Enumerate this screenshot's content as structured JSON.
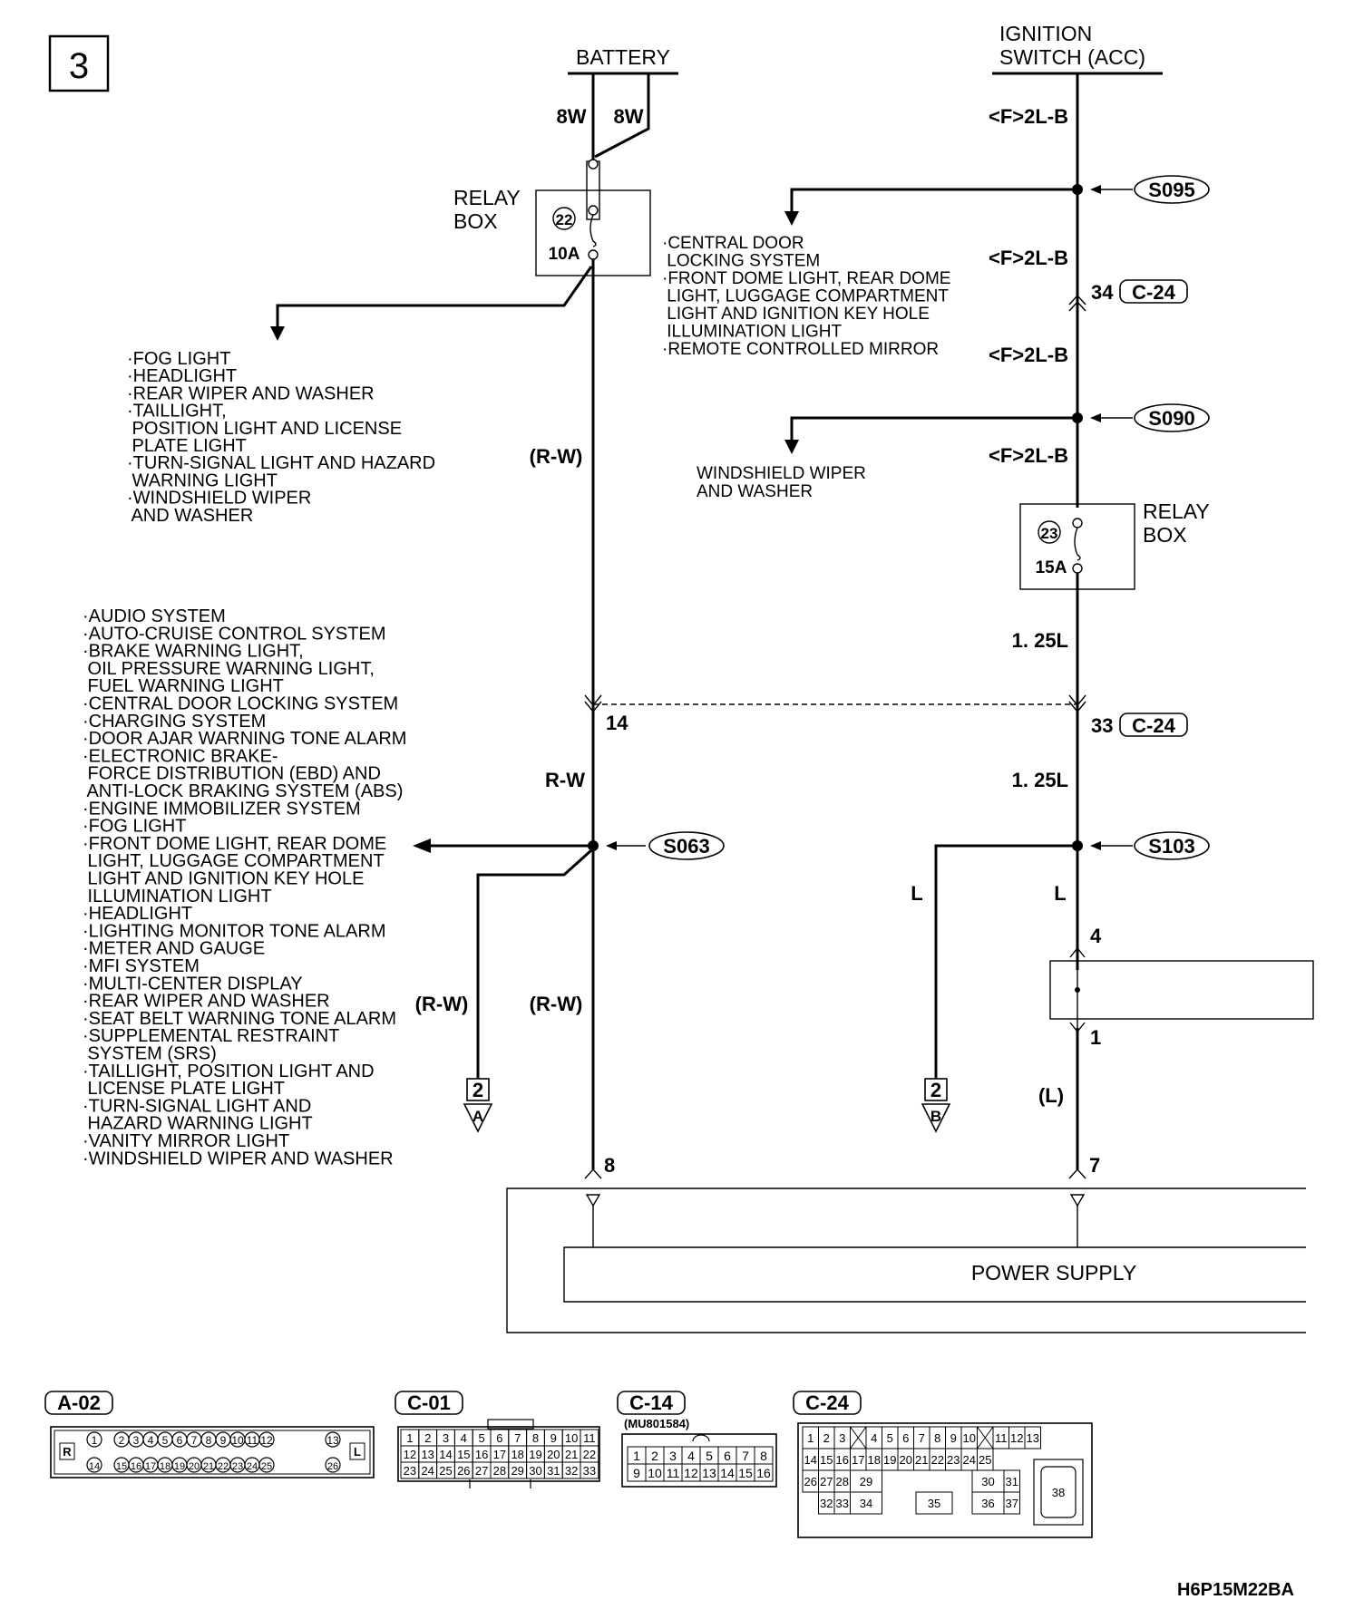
{
  "page_number": "3",
  "battery_label": "BATTERY",
  "ignition_label": [
    "IGNITION",
    "SWITCH (ACC)"
  ],
  "wire_8w": "8W",
  "wire_f2lb": "<F>2L-B",
  "relay_box_label": [
    "RELAY",
    "BOX"
  ],
  "fuse_22": {
    "num": "22",
    "amp": "10A"
  },
  "fuse_23": {
    "num": "23",
    "amp": "15A"
  },
  "splice_s095": "S095",
  "splice_s090": "S090",
  "splice_s063": "S063",
  "splice_s103": "S103",
  "conn_c24": "C-24",
  "pin_34": "34",
  "pin_33": "33",
  "pin_14": "14",
  "pin_4": "4",
  "pin_1": "1",
  "pin_8": "8",
  "pin_7": "7",
  "wire_rw_paren": "(R-W)",
  "wire_rw": "R-W",
  "wire_125l": "1. 25L",
  "wire_l": "L",
  "wire_l_paren": "(L)",
  "ref_a": {
    "num": "2",
    "letter": "A"
  },
  "ref_b": {
    "num": "2",
    "letter": "B"
  },
  "power_supply": "POWER SUPPLY",
  "diagram_code": "H6P15M22BA",
  "list_s095": [
    "·CENTRAL DOOR",
    " LOCKING SYSTEM",
    "·FRONT DOME LIGHT, REAR DOME",
    " LIGHT, LUGGAGE COMPARTMENT",
    " LIGHT AND IGNITION KEY HOLE",
    " ILLUMINATION LIGHT",
    "·REMOTE CONTROLLED MIRROR"
  ],
  "list_s090": [
    "WINDSHIELD WIPER",
    "AND WASHER"
  ],
  "list_fuse22": [
    "·FOG LIGHT",
    "·HEADLIGHT",
    "·REAR WIPER AND WASHER",
    "·TAILLIGHT,",
    " POSITION LIGHT AND LICENSE",
    " PLATE LIGHT",
    "·TURN-SIGNAL LIGHT AND HAZARD",
    " WARNING LIGHT",
    "·WINDSHIELD WIPER",
    " AND WASHER"
  ],
  "list_s063": [
    "·AUDIO SYSTEM",
    "·AUTO-CRUISE CONTROL SYSTEM",
    "·BRAKE WARNING LIGHT,",
    " OIL PRESSURE WARNING LIGHT,",
    " FUEL WARNING LIGHT",
    "·CENTRAL DOOR LOCKING SYSTEM",
    "·CHARGING SYSTEM",
    "·DOOR AJAR WARNING TONE ALARM",
    "·ELECTRONIC BRAKE-",
    " FORCE DISTRIBUTION (EBD) AND",
    " ANTI-LOCK BRAKING SYSTEM (ABS)",
    "·ENGINE IMMOBILIZER SYSTEM",
    "·FOG LIGHT",
    "·FRONT DOME LIGHT, REAR DOME",
    " LIGHT, LUGGAGE COMPARTMENT",
    " LIGHT AND IGNITION KEY HOLE",
    " ILLUMINATION LIGHT",
    "·HEADLIGHT",
    "·LIGHTING MONITOR TONE ALARM",
    "·METER AND GAUGE",
    "·MFI SYSTEM",
    "·MULTI-CENTER DISPLAY",
    "·REAR WIPER AND WASHER",
    "·SEAT BELT WARNING TONE ALARM",
    "·SUPPLEMENTAL RESTRAINT",
    " SYSTEM (SRS)",
    "·TAILLIGHT, POSITION LIGHT AND",
    " LICENSE PLATE LIGHT",
    "·TURN-SIGNAL LIGHT AND",
    " HAZARD WARNING LIGHT",
    "·VANITY MIRROR LIGHT",
    "·WINDSHIELD WIPER AND WASHER"
  ],
  "connectors": {
    "a02": {
      "label": "A-02",
      "side_left": "R",
      "side_right": "L",
      "row1": [
        "1",
        "2",
        "3",
        "4",
        "5",
        "6",
        "7",
        "8",
        "9",
        "10",
        "11",
        "12",
        "13"
      ],
      "row2": [
        "14",
        "15",
        "16",
        "17",
        "18",
        "19",
        "20",
        "21",
        "22",
        "23",
        "24",
        "25",
        "26"
      ]
    },
    "c01": {
      "label": "C-01",
      "rows": [
        [
          "1",
          "2",
          "3",
          "4",
          "5",
          "6",
          "7",
          "8",
          "9",
          "10",
          "11"
        ],
        [
          "12",
          "13",
          "14",
          "15",
          "16",
          "17",
          "18",
          "19",
          "20",
          "21",
          "22"
        ],
        [
          "23",
          "24",
          "25",
          "26",
          "27",
          "28",
          "29",
          "30",
          "31",
          "32",
          "33"
        ]
      ]
    },
    "c14": {
      "label": "C-14",
      "part": "(MU801584)",
      "rows": [
        [
          "1",
          "2",
          "3",
          "4",
          "5",
          "6",
          "7",
          "8"
        ],
        [
          "9",
          "10",
          "11",
          "12",
          "13",
          "14",
          "15",
          "16"
        ]
      ]
    },
    "c24": {
      "label": "C-24",
      "row1": [
        "1",
        "2",
        "3",
        "4",
        "5",
        "6",
        "7",
        "8",
        "9",
        "10",
        "11",
        "12",
        "13"
      ],
      "row2": [
        "14",
        "15",
        "16",
        "17",
        "18",
        "19",
        "20",
        "21",
        "22",
        "23",
        "24",
        "25"
      ],
      "row3": [
        "26",
        "27",
        "28",
        "29",
        "30",
        "31"
      ],
      "row4": [
        "32",
        "33",
        "34",
        "35",
        "36",
        "37"
      ],
      "big": "38"
    }
  }
}
